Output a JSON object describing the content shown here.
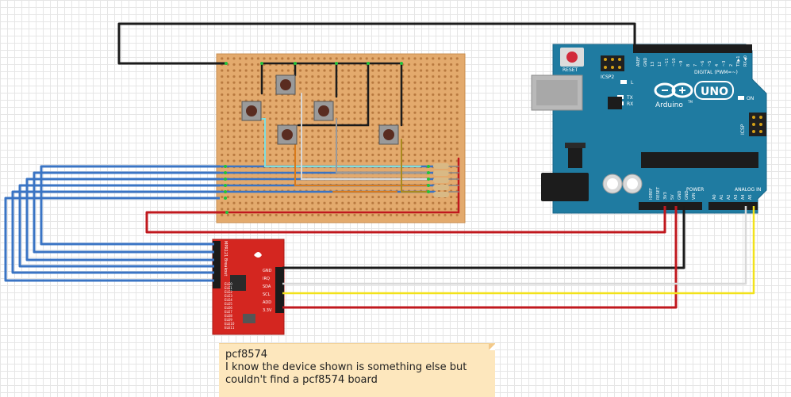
{
  "note": {
    "title": "pcf8574",
    "line1": "I know the device shown is something else but",
    "line2": "couldn't find a  pcf8574 board"
  },
  "arduino": {
    "reset_label": "RESET",
    "icsp2_label": "ICSP2",
    "icsp_label": "ICSP",
    "brand": "Arduino",
    "model": "UNO",
    "tm": "TM",
    "led_l": "L",
    "led_tx": "TX",
    "led_rx": "RX",
    "on_label": "ON",
    "digital_label": "DIGITAL (PWM=~)",
    "power_label": "POWER",
    "analog_label": "ANALOG IN",
    "digital_pins": [
      "AREF",
      "GND",
      "13",
      "12",
      "~11",
      "~10",
      "~9",
      "8",
      "7",
      "~6",
      "~5",
      "4",
      "~3",
      "2",
      "TX▶1",
      "RX◀0"
    ],
    "power_pins": [
      "IOREF",
      "RESET",
      "3V3",
      "5V",
      "GND",
      "GND",
      "VIN"
    ],
    "analog_pins": [
      "A0",
      "A1",
      "A2",
      "A3",
      "A4",
      "A5"
    ]
  },
  "breakout": {
    "title": "MPR121 Breakout",
    "side_pins": [
      "GND",
      "IRQ",
      "SDA",
      "SCL",
      "ADD",
      "3.3V"
    ],
    "left_pins": [
      "ELE0",
      "ELE1",
      "ELE2",
      "ELE3",
      "ELE4",
      "ELE5",
      "ELE6",
      "ELE7",
      "ELE8",
      "ELE9",
      "ELE10",
      "ELE11"
    ]
  },
  "colors": {
    "wire_black": "#1b1b1b",
    "wire_red": "#c0181e",
    "wire_blue": "#3a74c4",
    "wire_yellow": "#f2e21a",
    "wire_white": "#d8d8d8",
    "wire_cyan": "#7fe0df",
    "wire_orange": "#d97b1c",
    "wire_olive": "#a98a1e",
    "perfboard": "#e3aa6d",
    "arduino_blue": "#1f7ba1",
    "breakout_red": "#d42620"
  }
}
